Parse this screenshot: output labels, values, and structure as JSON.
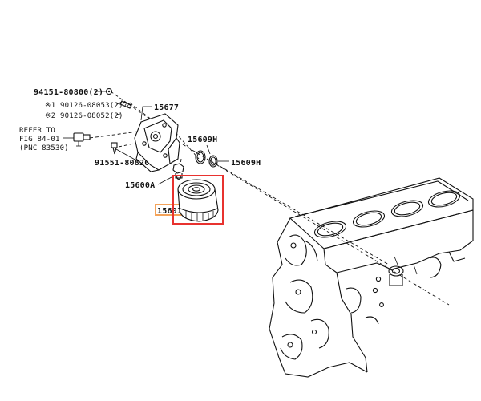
{
  "labels": {
    "p94151": "94151-80800(2)",
    "p90126a": "※1 90126-08053(2)",
    "p90126b": "※2 90126-08052(2)",
    "p15677": "15677",
    "refer1": "REFER TO",
    "refer2": "FIG 84-01",
    "refer3": "(PNC 83530)",
    "p15609a": "15609H",
    "p15609b": "15609H",
    "p91551": "91551-80820",
    "p15600A": "15600A",
    "p15601": "15601"
  },
  "colors": {
    "highlight": "#e8322f",
    "label_highlight": "#f4a35a",
    "line": "#111111"
  }
}
